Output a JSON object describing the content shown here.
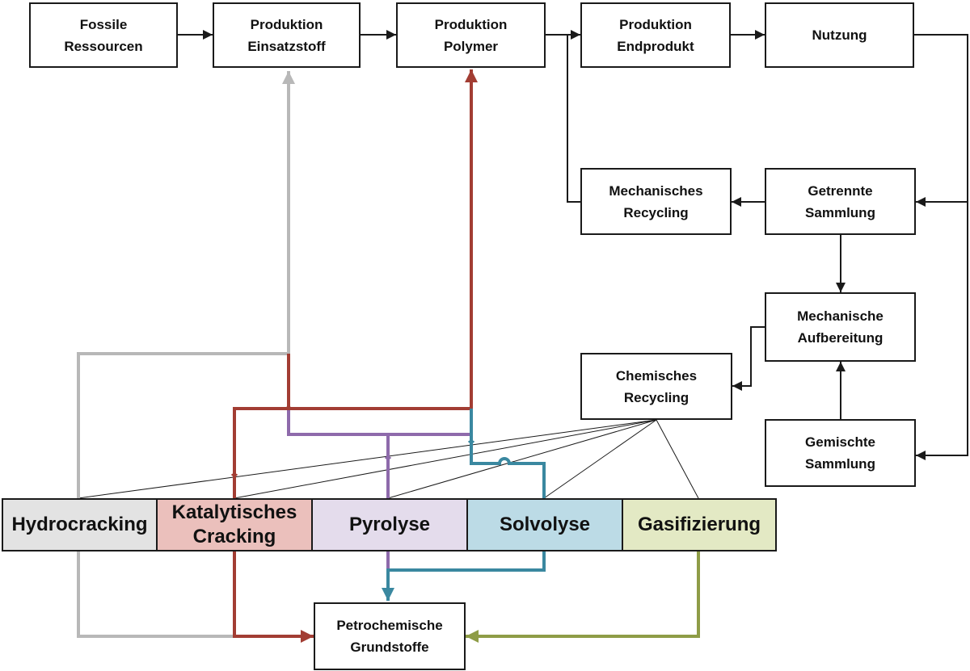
{
  "flow": {
    "fossile_ressourcen": [
      "Fossile",
      "Ressourcen"
    ],
    "produktion_einsatzstoff": [
      "Produktion",
      "Einsatzstoff"
    ],
    "produktion_polymer": [
      "Produktion",
      "Polymer"
    ],
    "produktion_endprodukt": [
      "Produktion",
      "Endprodukt"
    ],
    "nutzung": [
      "Nutzung"
    ],
    "mechanisches_recycling": [
      "Mechanisches",
      "Recycling"
    ],
    "getrennte_sammlung": [
      "Getrennte",
      "Sammlung"
    ],
    "mechanische_aufbereitung": [
      "Mechanische",
      "Aufbereitung"
    ],
    "chemisches_recycling": [
      "Chemisches",
      "Recycling"
    ],
    "gemischte_sammlung": [
      "Gemischte",
      "Sammlung"
    ],
    "petrochemische_grundstoffe": [
      "Petrochemische",
      "Grundstoffe"
    ]
  },
  "processes": {
    "hydrocracking": {
      "label": [
        "Hydrocracking"
      ],
      "color": "#e3e3e3"
    },
    "katalytisches_cracking": {
      "label": [
        "Katalytisches",
        "Cracking"
      ],
      "color": "#ebc0bc"
    },
    "pyrolyse": {
      "label": [
        "Pyrolyse"
      ],
      "color": "#e4dcec"
    },
    "solvolyse": {
      "label": [
        "Solvolyse"
      ],
      "color": "#bcdbe6"
    },
    "gasifizierung": {
      "label": [
        "Gasifizierung"
      ],
      "color": "#e3e9c4"
    }
  },
  "colors": {
    "line": "#1a1a1a",
    "hydrocracking": "#b8b8b8",
    "cracking": "#a23d33",
    "pyrolyse": "#8e6aab",
    "solvolyse": "#3a88a0",
    "gasifizierung": "#8e9c46"
  }
}
